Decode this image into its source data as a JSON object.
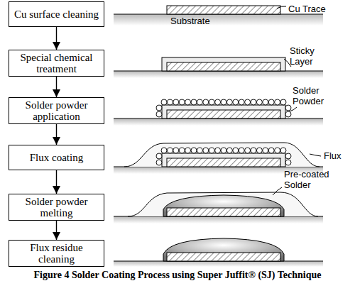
{
  "diagram": {
    "caption": "Figure 4 Solder Coating Process using Super Juffit® (SJ) Technique",
    "nodes": [
      {
        "text": [
          "Cu surface cleaning"
        ]
      },
      {
        "text": [
          "Special chemical treatment"
        ]
      },
      {
        "text": [
          "Solder powder application"
        ]
      },
      {
        "text": [
          "Flux coating"
        ]
      },
      {
        "text": [
          "Solder powder melting"
        ]
      },
      {
        "text": [
          "Flux residue cleaning"
        ]
      }
    ],
    "edges": [
      {
        "from": 0,
        "to": 1,
        "arrow": "to"
      },
      {
        "from": 1,
        "to": 2,
        "arrow": "to"
      },
      {
        "from": 2,
        "to": 3,
        "arrow": "to"
      },
      {
        "from": 3,
        "to": 4,
        "arrow": "to"
      },
      {
        "from": 4,
        "to": 5,
        "arrow": "to"
      }
    ],
    "labels": [
      "Cu Trace",
      "Substrate",
      "Sticky Layer",
      "Solder Powder",
      "Flux",
      "Pre-coated Solder"
    ]
  }
}
